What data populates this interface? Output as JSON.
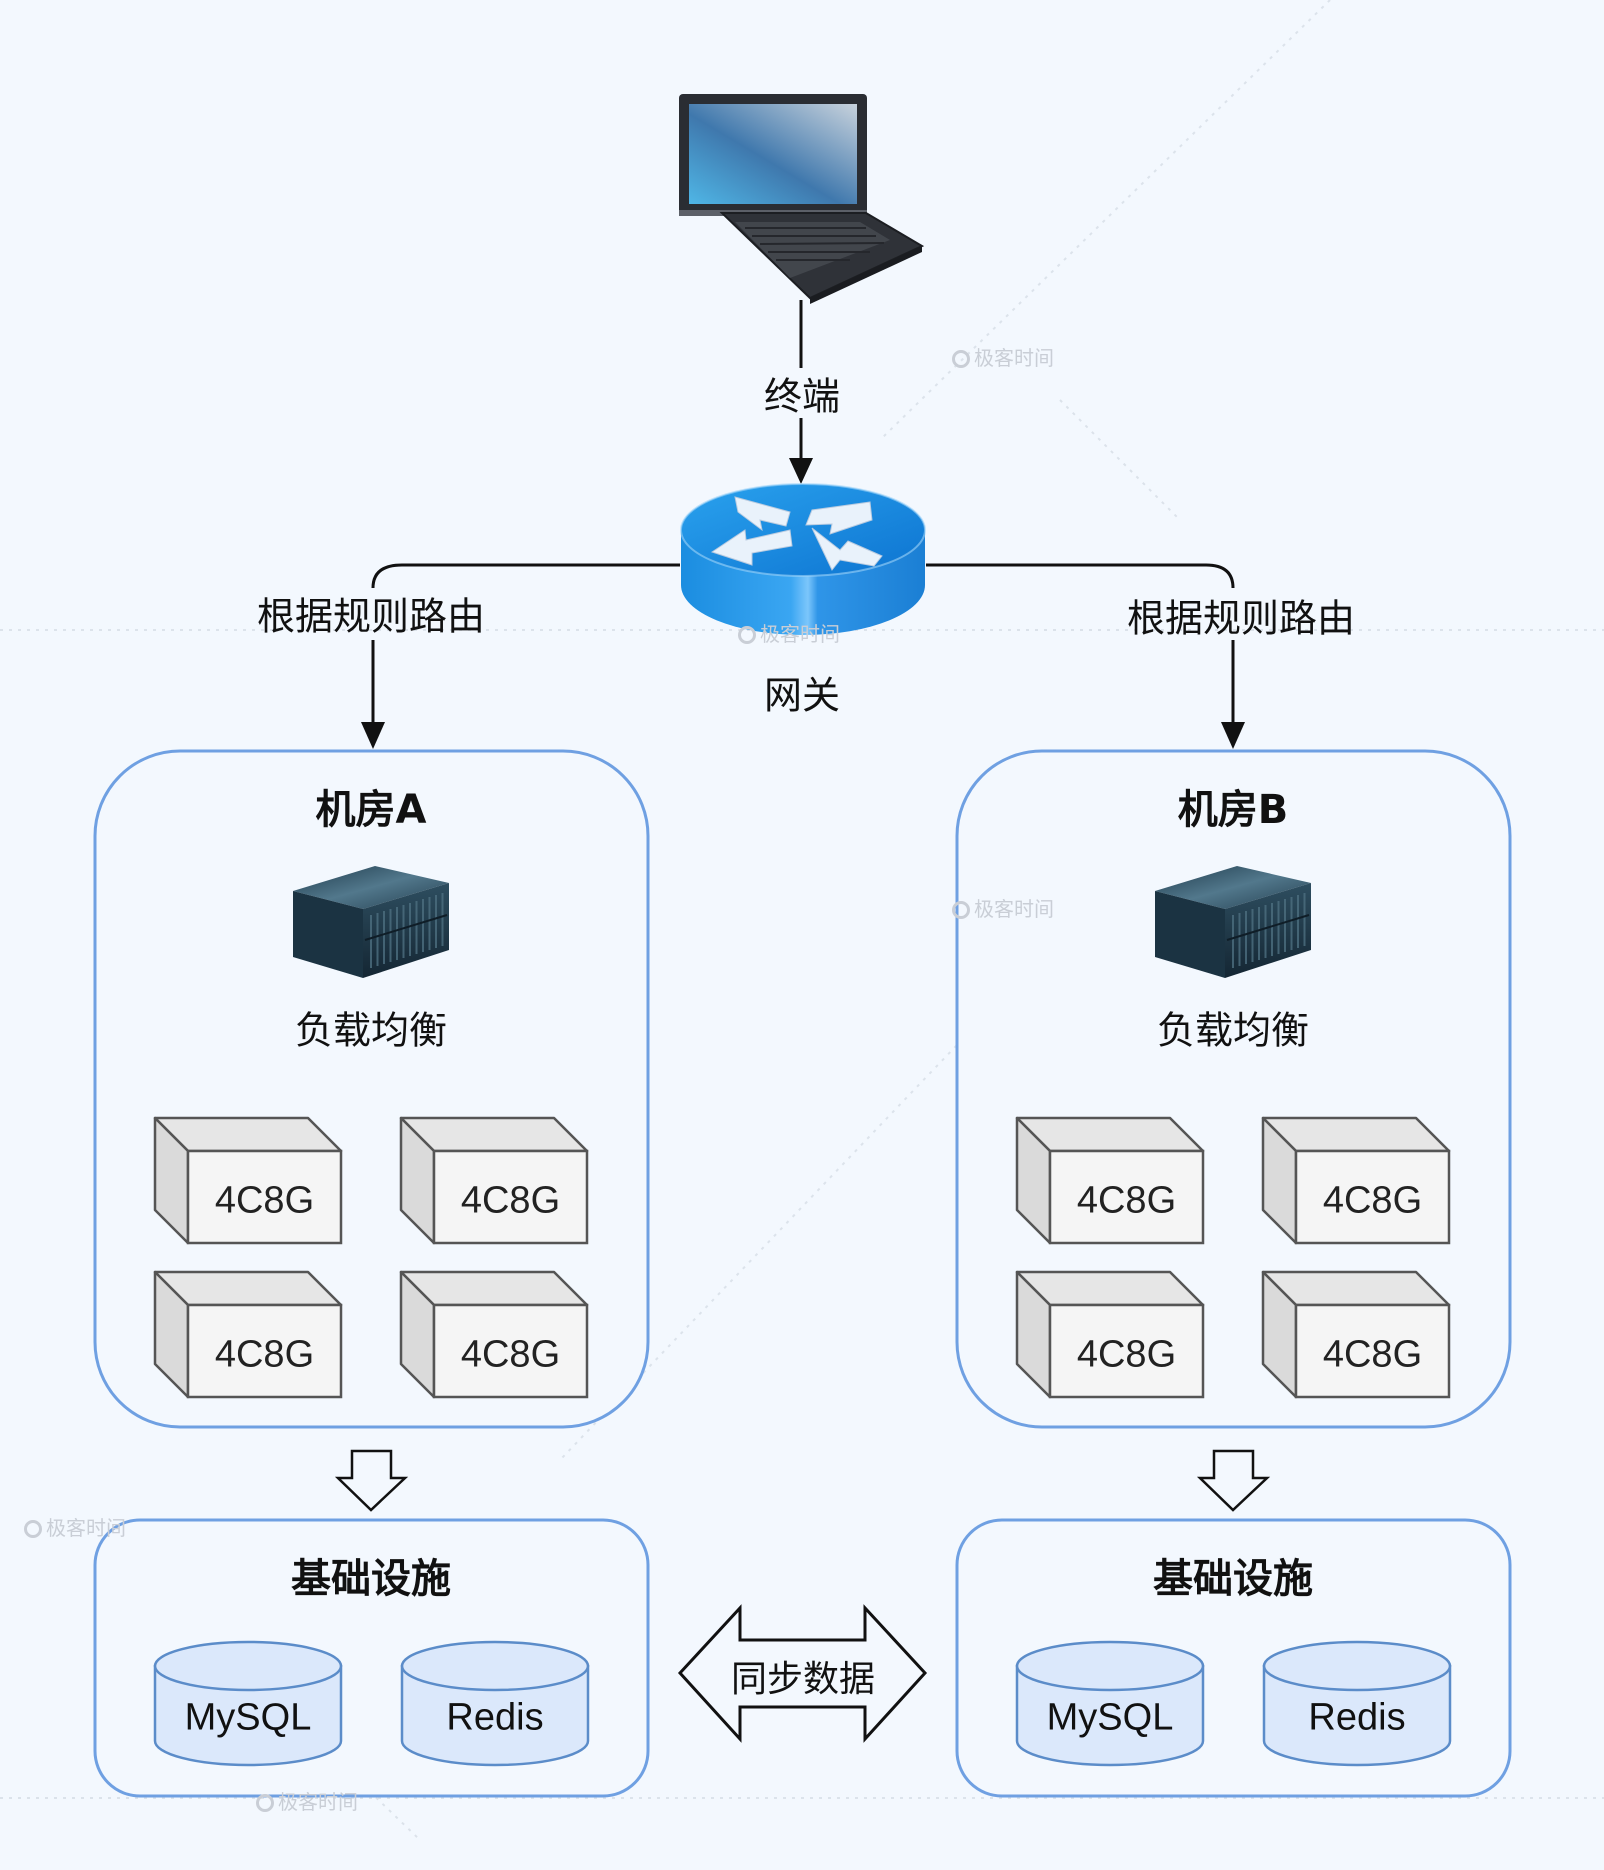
{
  "terminal": {
    "label": "终端",
    "icon": "laptop-icon"
  },
  "gateway": {
    "label": "网关",
    "icon": "router-icon"
  },
  "routes": {
    "left_label": "根据规则路由",
    "right_label": "根据规则路由"
  },
  "datacenters": [
    {
      "title": "机房A",
      "load_balancer": {
        "label": "负载均衡",
        "icon": "server-icon"
      },
      "instances": [
        "4C8G",
        "4C8G",
        "4C8G",
        "4C8G"
      ],
      "infra": {
        "title": "基础设施",
        "databases": [
          "MySQL",
          "Redis"
        ]
      }
    },
    {
      "title": "机房B",
      "load_balancer": {
        "label": "负载均衡",
        "icon": "server-icon"
      },
      "instances": [
        "4C8G",
        "4C8G",
        "4C8G",
        "4C8G"
      ],
      "infra": {
        "title": "基础设施",
        "databases": [
          "MySQL",
          "Redis"
        ]
      }
    }
  ],
  "sync": {
    "label": "同步数据"
  },
  "watermark": "极客时间",
  "colors": {
    "background": "#f3f8fe",
    "container_border": "#6fa0e2",
    "db_fill": "#dbe8fb",
    "db_border": "#5b8cc9",
    "cube_front": "#f5f5f5",
    "cube_top": "#e6e6e6",
    "cube_side": "#dadada",
    "cube_border": "#555555"
  }
}
